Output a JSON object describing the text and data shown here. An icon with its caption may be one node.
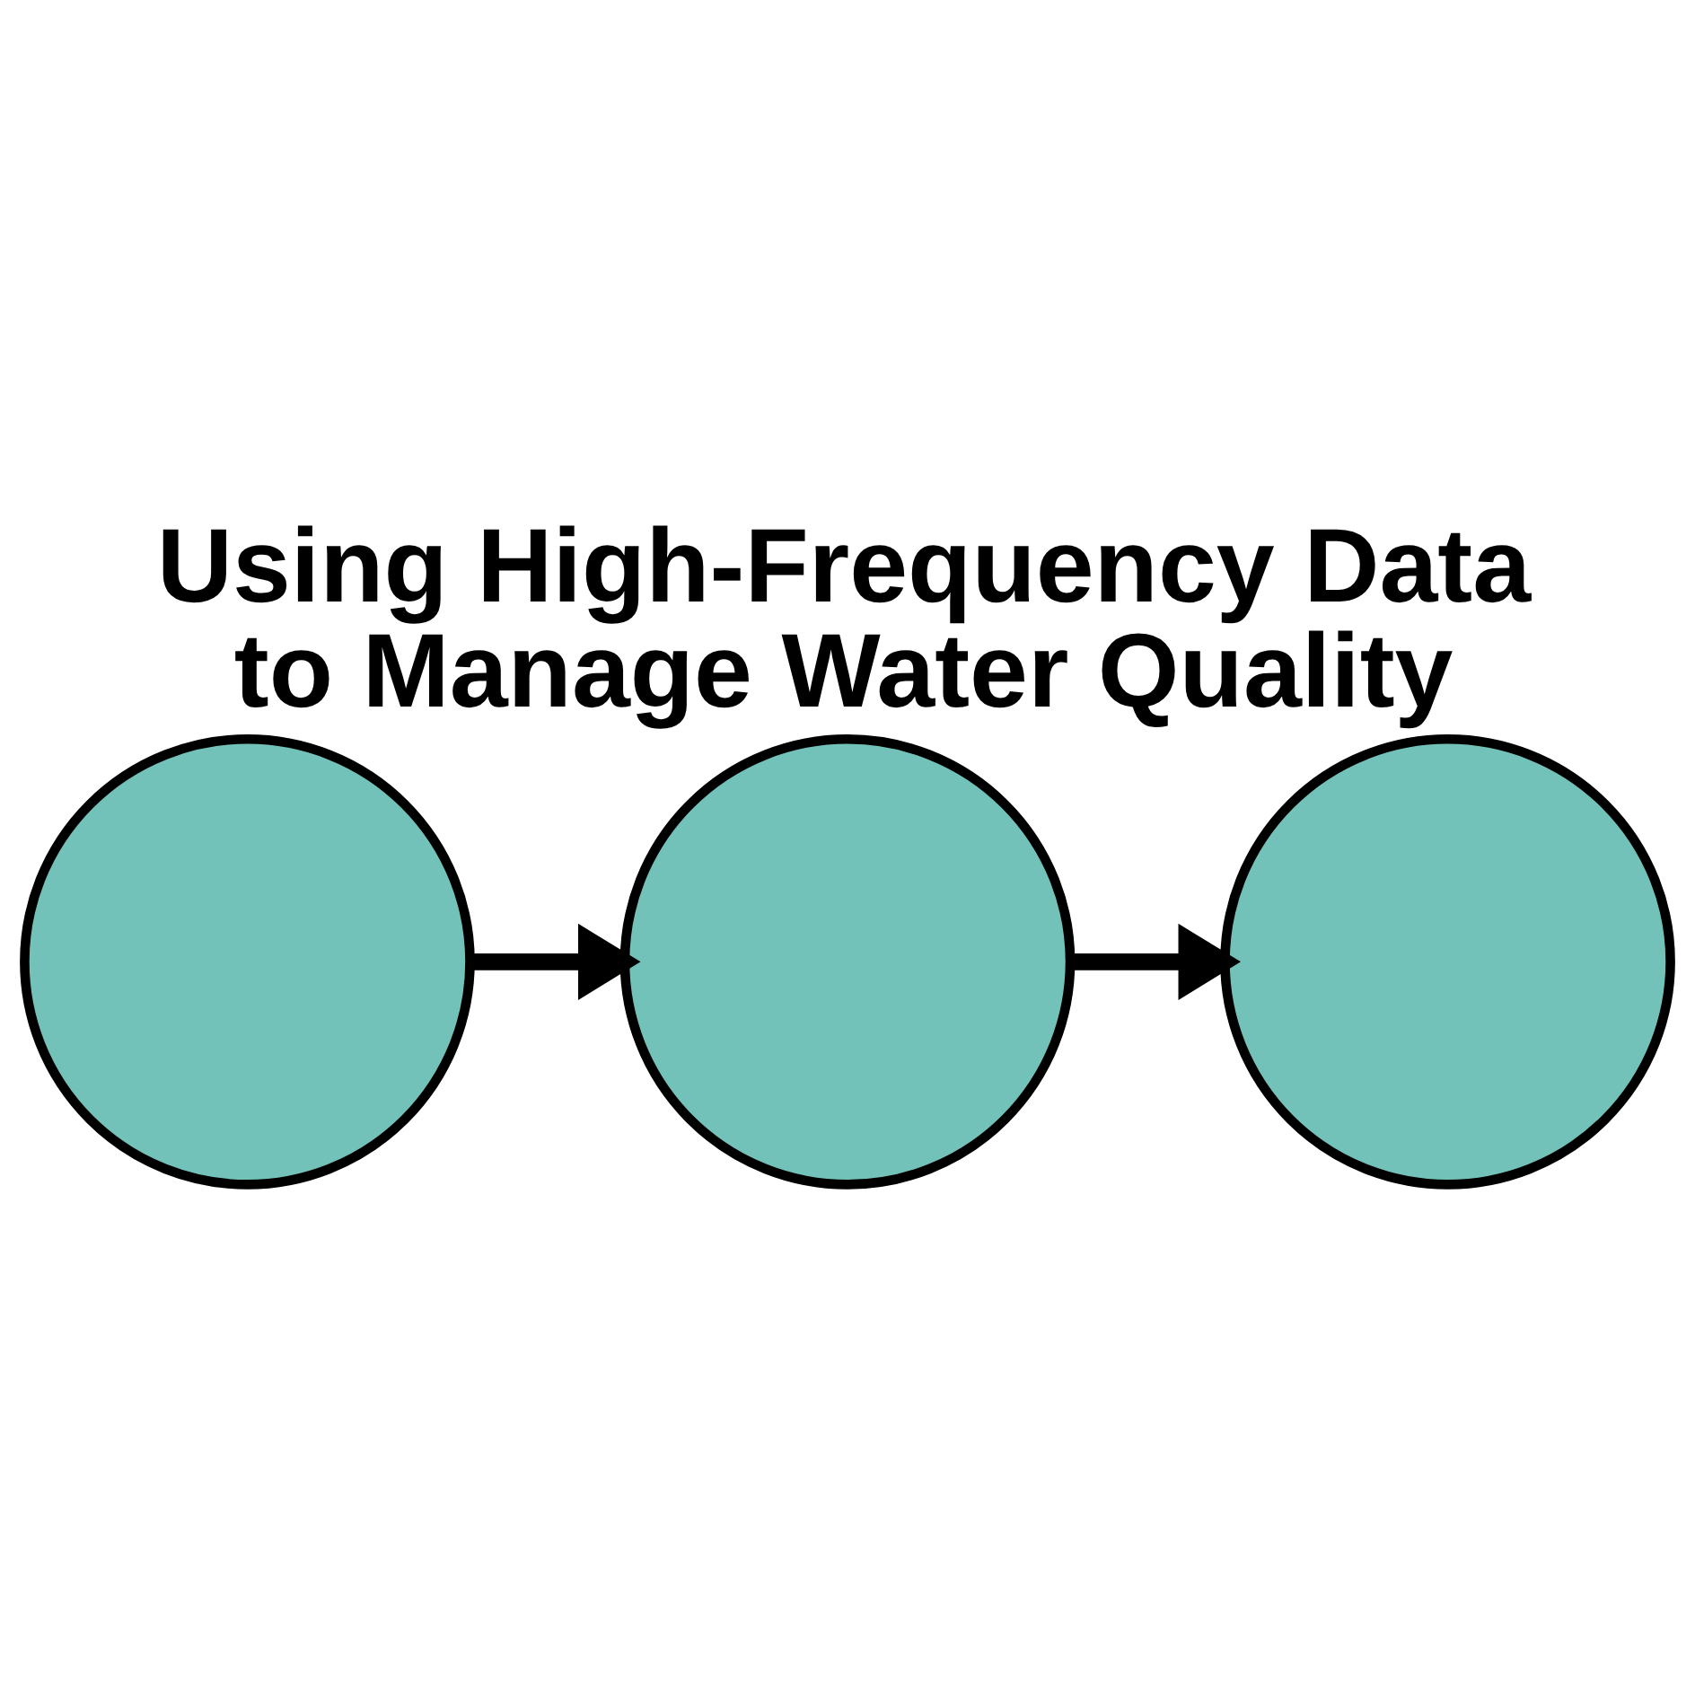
{
  "diagram": {
    "title": "Using High-Frequency Data to Manage Water Quality",
    "nodes": [
      {
        "text": [],
        "shape": "circle"
      },
      {
        "text": [],
        "shape": "circle"
      },
      {
        "text": [],
        "shape": "circle"
      }
    ],
    "edges": [
      {
        "from": 0,
        "to": 1,
        "arrow": "to"
      },
      {
        "from": 1,
        "to": 2,
        "arrow": "to"
      }
    ]
  }
}
